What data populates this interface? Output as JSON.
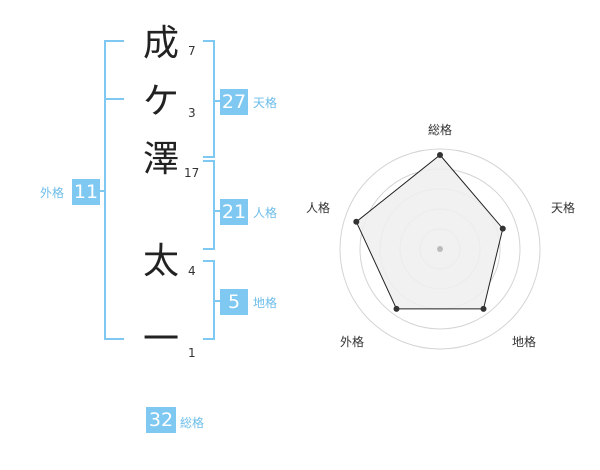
{
  "name": {
    "characters": [
      {
        "char": "成",
        "strokes": "7"
      },
      {
        "char": "ケ",
        "strokes": "3"
      },
      {
        "char": "澤",
        "strokes": "17"
      },
      {
        "char": "太",
        "strokes": "4"
      },
      {
        "char": "一",
        "strokes": "1"
      }
    ]
  },
  "scores": {
    "tenkaku": {
      "value": "27",
      "label": "天格"
    },
    "jinkaku": {
      "value": "21",
      "label": "人格"
    },
    "chikaku": {
      "value": "5",
      "label": "地格"
    },
    "gaikaku": {
      "value": "11",
      "label": "外格"
    },
    "soukaku": {
      "value": "32",
      "label": "総格"
    }
  },
  "radar": {
    "axes": [
      "総格",
      "天格",
      "地格",
      "外格",
      "人格"
    ],
    "levels": 5,
    "values": [
      4.7,
      3.3,
      3.7,
      3.7,
      4.4
    ],
    "colors": {
      "grid": "#d4d4d4",
      "fill": "#eeeeee",
      "line": "#222222",
      "point": "#333333",
      "center": "#bbbbbb"
    }
  }
}
